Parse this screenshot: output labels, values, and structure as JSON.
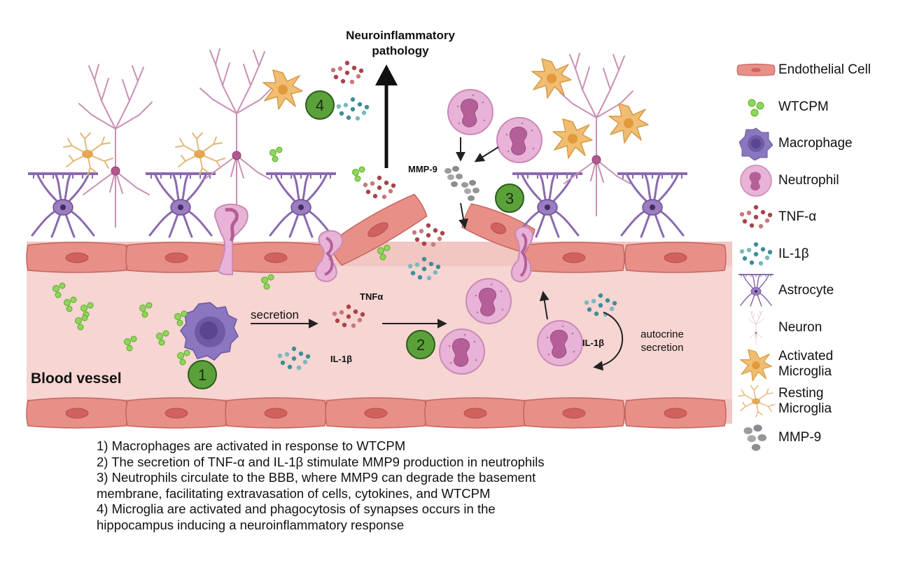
{
  "diagram": {
    "top_title": "Neuroinflammatory\npathology",
    "vessel_label": "Blood vessel",
    "secretion_label": "secretion",
    "tnf_label": "TNFα",
    "il1b_label": "IL-1β",
    "il1b_label_right": "IL-1β",
    "mmp9_label": "MMP-9",
    "autocrine_label": "autocrine\nsecretion",
    "steps": [
      "1",
      "2",
      "3",
      "4"
    ]
  },
  "captions": [
    "1) Macrophages are activated in response to WTCPM",
    "2) The secretion of TNF-α and IL-1β stimulate MMP9 production in neutrophils",
    "3) Neutrophils circulate to the BBB, where MMP9 can degrade the basement",
    "membrane, facilitating extravasation of cells, cytokines, and WTCPM",
    "4) Microglia are activated and phagocytosis of synapses occurs in the",
    "hippocampus inducing a neuroinflammatory response"
  ],
  "legend": [
    {
      "icon": "endothelial-cell-icon",
      "label": "Endothelial Cell"
    },
    {
      "icon": "wtcpm-icon",
      "label": "WTCPM"
    },
    {
      "icon": "macrophage-icon",
      "label": "Macrophage"
    },
    {
      "icon": "neutrophil-icon",
      "label": "Neutrophil"
    },
    {
      "icon": "tnf-alpha-icon",
      "label": "TNF-α"
    },
    {
      "icon": "il-1beta-icon",
      "label": "IL-1β"
    },
    {
      "icon": "astrocyte-icon",
      "label": "Astrocyte"
    },
    {
      "icon": "neuron-icon",
      "label": "Neuron"
    },
    {
      "icon": "activated-microglia-icon",
      "label": "Activated\nMicroglia"
    },
    {
      "icon": "resting-microglia-icon",
      "label": "Resting\nMicroglia"
    },
    {
      "icon": "mmp-9-icon",
      "label": "MMP-9"
    }
  ],
  "colors": {
    "vessel_fill": "#f2c4c1",
    "endothelial": "#e28b85",
    "neutrophil": "#e6aed4",
    "macrophage": "#8f7bc2",
    "astrocyte": "#8a6aae",
    "neuron": "#b7749e",
    "microglia_active": "#efba6c",
    "tnf": "#a84448",
    "il1b": "#3d8e98",
    "wtcpm": "#74cc3c",
    "mmp9": "#9e9e9e",
    "badge": "#5aa13a"
  }
}
